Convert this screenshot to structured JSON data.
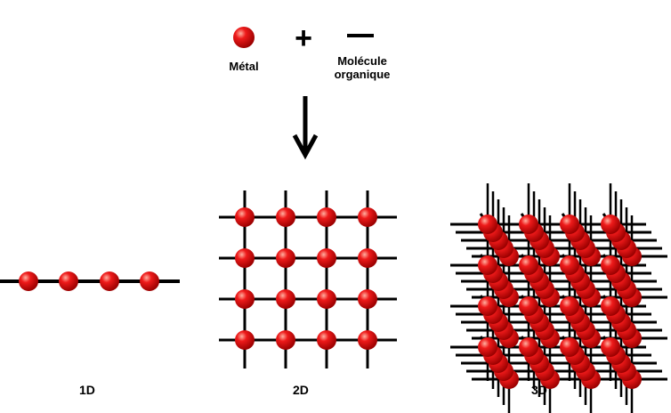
{
  "legend": {
    "metal_label": "Métal",
    "plus_symbol": "+",
    "organic_label": "Molécule\norganique"
  },
  "structures": {
    "d1": "1D",
    "d2": "2D",
    "d3": "3D"
  },
  "colors": {
    "sphere": "#ee1a1a",
    "sphere_highlight": "#ffb0a0",
    "sphere_shadow": "#9a0000",
    "line": "#000000"
  }
}
